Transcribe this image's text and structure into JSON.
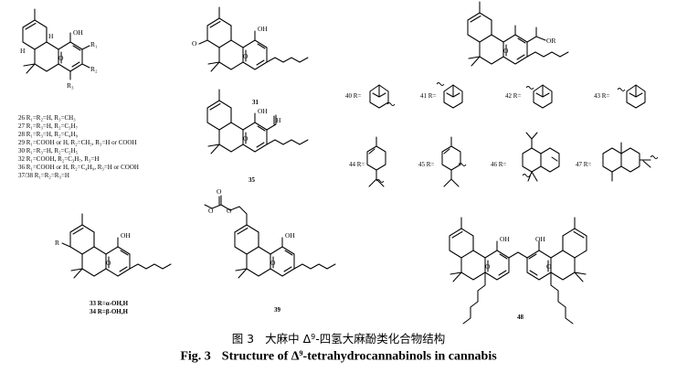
{
  "compound_labels": {
    "c31": "31",
    "c35": "35",
    "c39": "39",
    "c48": "48",
    "c33": "33 R=α-OH,H",
    "c34": "34 R=β-OH,H"
  },
  "series_26_38": [
    "26 R₁=R₂=H, R₃=CH₃",
    "27 R₁=R₃=H, R₂=C₃H₇",
    "28 R₁=R₃=H, R₂=C₄H₉",
    "29 R₁=COOH or H, R₂=CH₃, R₃=H or COOH",
    "30 R₁=R₃=H, R₂=C₂H₅",
    "32 R₁=COOH, R₂=C₃H₇, R₃=H",
    "36 R₁=COOH or H, R₂=C₄H₉, R₃=H or COOH",
    "37/38 R₁=R₂=R₃=H"
  ],
  "r_groups": {
    "g40": "40 R=",
    "g41": "41 R=",
    "g42": "42 R=",
    "g43": "43 R=",
    "g44": "44 R=",
    "g45": "45 R=",
    "g46": "46 R=",
    "g47": "47 R="
  },
  "atoms": {
    "oh": "OH",
    "o": "O",
    "or": "OR",
    "h": "H",
    "r": "R",
    "r1": "R₁",
    "r2": "R₂",
    "r3": "R₃"
  },
  "caption": {
    "cn_label": "图 3",
    "cn_pre": "大麻中 Δ",
    "cn_sup": "9",
    "cn_post": "-四氢大麻酚类化合物结构",
    "en_label": "Fig. 3",
    "en_pre": "Structure of Δ",
    "en_sup": "9",
    "en_post": "-tetrahydrocannabinols in cannabis"
  }
}
